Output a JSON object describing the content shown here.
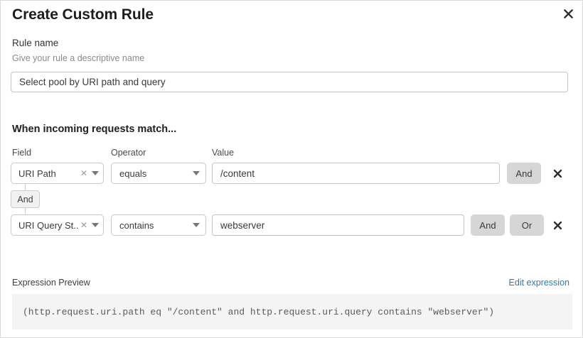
{
  "dialog": {
    "title": "Create Custom Rule",
    "close_icon": "close-icon"
  },
  "rule_name": {
    "label": "Rule name",
    "help": "Give your rule a descriptive name",
    "value": "Select pool by URI path and query",
    "placeholder": "Give your rule a descriptive name"
  },
  "conditions": {
    "heading": "When incoming requests match...",
    "columns": {
      "field": "Field",
      "operator": "Operator",
      "value": "Value"
    },
    "connector": {
      "label": "And"
    },
    "rows": [
      {
        "field": "URI Path",
        "operator": "equals",
        "value": "/content",
        "clear_icon": "clear-x-icon",
        "caret_icon": "chevron-down-icon",
        "logic_buttons": [
          "And"
        ],
        "delete_icon": "close-icon"
      },
      {
        "field": "URI Query St...",
        "operator": "contains",
        "value": "webserver",
        "clear_icon": "clear-x-icon",
        "caret_icon": "chevron-down-icon",
        "logic_buttons": [
          "And",
          "Or"
        ],
        "delete_icon": "close-icon"
      }
    ]
  },
  "expression": {
    "label": "Expression Preview",
    "edit_link": "Edit expression",
    "code": "(http.request.uri.path eq \"/content\" and http.request.uri.query contains \"webserver\")"
  },
  "colors": {
    "link": "#2c7cb0",
    "pill_bg": "#d6d6d6",
    "code_bg": "#f4f4f4",
    "border": "#c9c9c9"
  }
}
